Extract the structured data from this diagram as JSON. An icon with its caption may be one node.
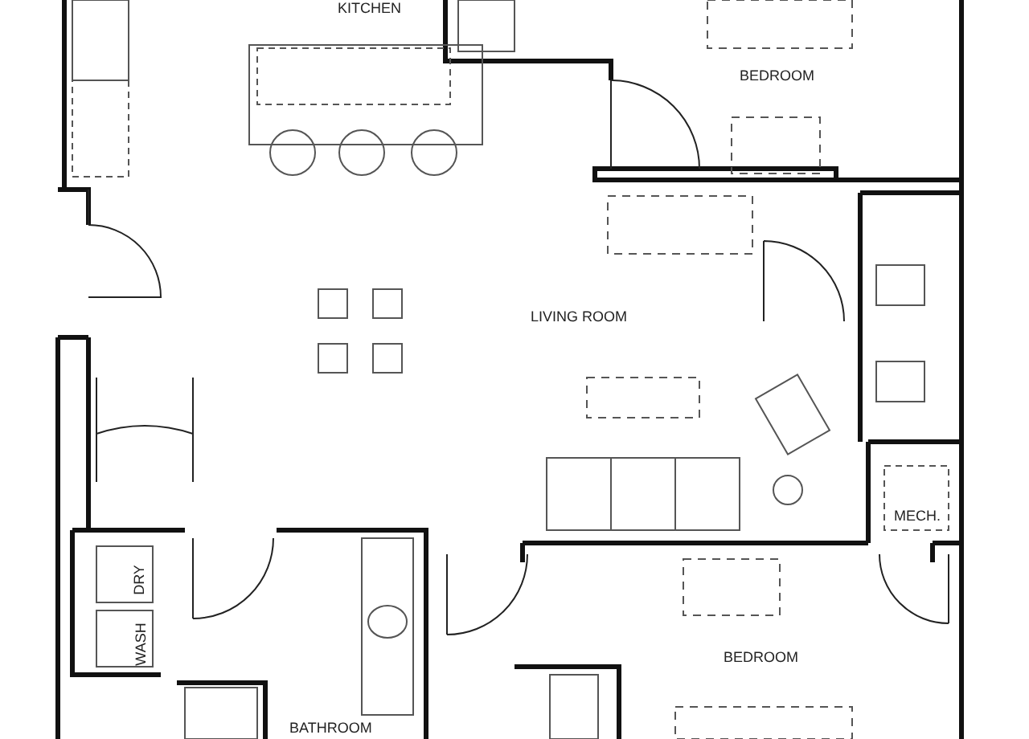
{
  "diagram": {
    "labels": [
      "KITCHEN",
      "BEDROOM",
      "LIVING ROOM",
      "MECH.",
      "DRY",
      "WASH",
      "BEDROOM",
      "BATHROOM"
    ]
  }
}
